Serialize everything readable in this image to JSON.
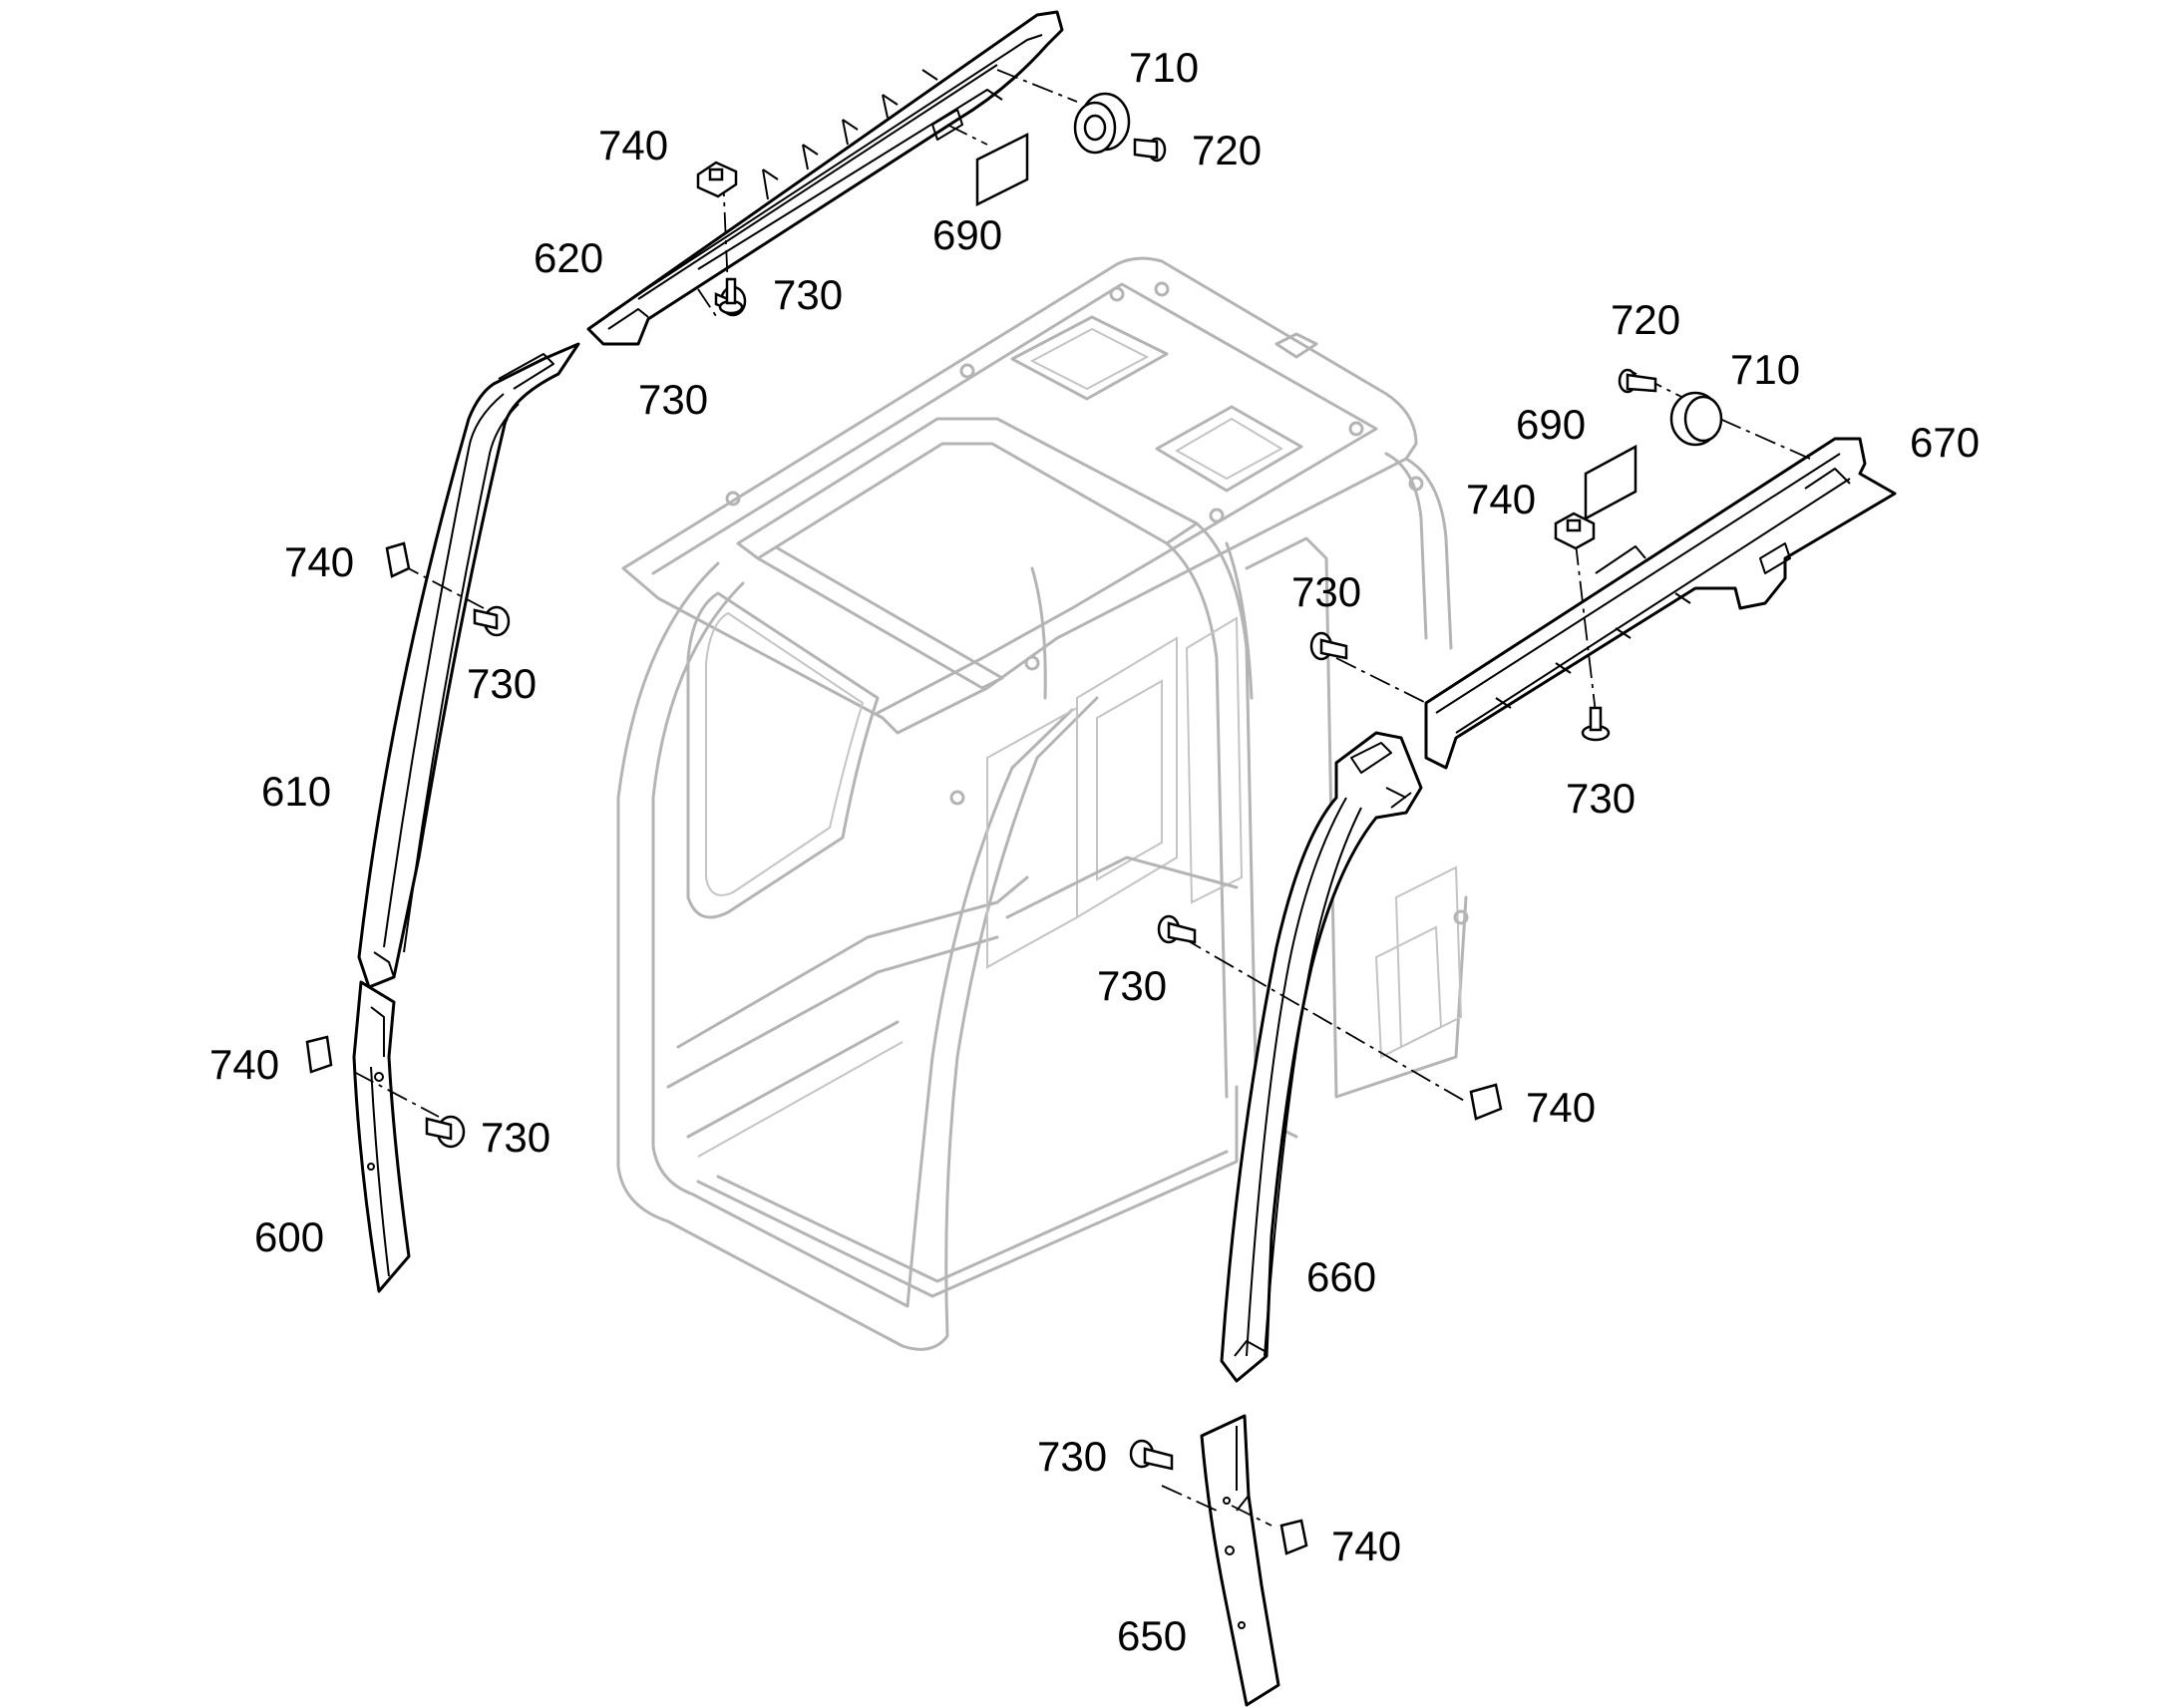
{
  "labels": {
    "l710_top": "710",
    "l720_top": "720",
    "l740_top": "740",
    "l690_top": "690",
    "l620": "620",
    "l730_top_a": "730",
    "l730_top_b": "730",
    "l720_right": "720",
    "l710_right": "710",
    "l690_right": "690",
    "l670": "670",
    "l740_right": "740",
    "l730_right_a": "730",
    "l730_right_b": "730",
    "l740_left_mid": "740",
    "l730_left_mid": "730",
    "l610": "610",
    "l740_left_low": "740",
    "l730_left_low": "730",
    "l600": "600",
    "l730_center": "730",
    "l740_center": "740",
    "l660": "660",
    "l730_bottom": "730",
    "l740_bottom": "740",
    "l650": "650"
  }
}
